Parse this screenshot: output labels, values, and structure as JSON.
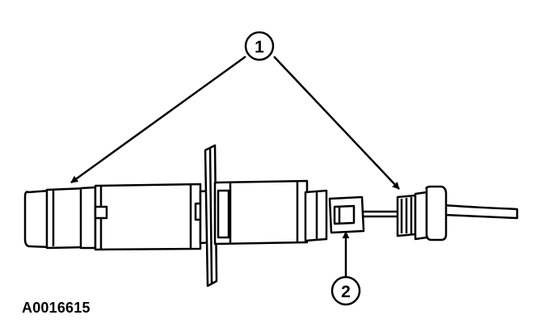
{
  "callouts": [
    {
      "id": "1",
      "label": "1"
    },
    {
      "id": "2",
      "label": "2"
    }
  ],
  "figure_code": "A0016615",
  "colors": {
    "line": "#000000",
    "fill": "#ffffff"
  }
}
